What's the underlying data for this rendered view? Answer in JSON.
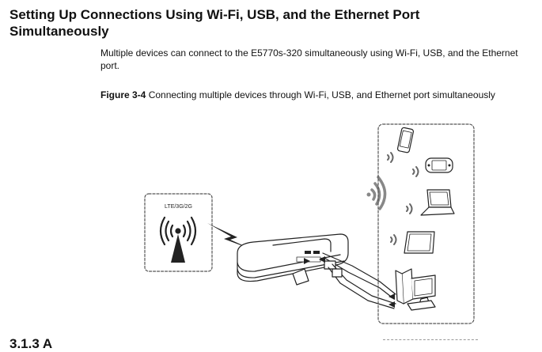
{
  "section": {
    "title_line1": "Setting Up Connections Using Wi-Fi, USB, and the Ethernet Port",
    "title_line2": "Simultaneously",
    "intro": "Multiple devices can connect to the E5770s-320 simultaneously using Wi-Fi, USB, and the Ethernet port."
  },
  "figure": {
    "number": "Figure 3-4",
    "caption": " Connecting multiple devices through Wi-Fi, USB, and Ethernet port simultaneously",
    "tower_label": "LTE/3G/2G"
  },
  "next_section": {
    "title_fragment": "3.1.3 A"
  },
  "icons": [
    "cell-tower-icon",
    "lightning-bolt-icon",
    "router-device-icon",
    "smartphone-icon",
    "game-console-icon",
    "laptop-icon",
    "tablet-icon",
    "desktop-computer-icon",
    "wifi-signal-icon",
    "usb-cable-icon",
    "ethernet-cable-icon"
  ]
}
